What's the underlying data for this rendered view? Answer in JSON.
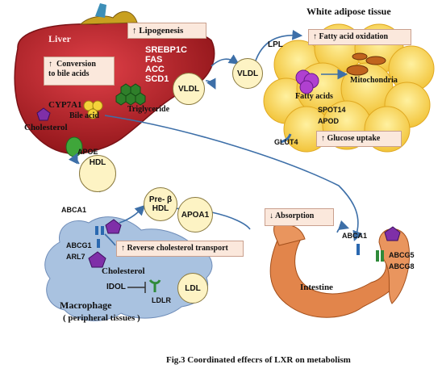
{
  "labels": {
    "white_adipose": "White adipose tissue",
    "liver": "Liver",
    "lipogenesis": "↑ Lipogenesis",
    "srebp1c": "SREBP1C",
    "fas": "FAS",
    "acc": "ACC",
    "scd1": "SCD1",
    "conversion": "↑  Conversion\nto bile acids",
    "cyp7a1": "CYP7A1",
    "bile_acid": "Bile acid",
    "cholesterol_liver": "Cholesterol",
    "vldl1": "VLDL",
    "vldl2": "VLDL",
    "triglyceride": "Triglyceride",
    "lpl": "LPL",
    "fatty_acid_oxidation": "↑ Fatty acid oxidation",
    "mitochondria": "Mitochondria",
    "fatty_acids": "Fatty acids",
    "spot14": "SPOT14",
    "apod": "APOD",
    "glut4": "GLUT4",
    "glucose_uptake": "↑ Glucose uptake",
    "apoe": "APOE",
    "hdl": "HDL",
    "pre_beta": "Pre- β",
    "hdl2": "HDL",
    "apoa1": "APOA1",
    "abca1_mac": "ABCA1",
    "abcg1": "ABCG1",
    "arl7": "ARL7",
    "reverse_transport": "↑ Reverse cholesterol transport",
    "cholesterol_mac": "Cholesterol",
    "idol": "IDOL",
    "ldlr": "LDLR",
    "ldl": "LDL",
    "macrophage": "Macrophage",
    "peripheral": "( peripheral tissues )",
    "absorption": "↓ Absorption",
    "abca1_int": "ABCA1",
    "abcg5": "ABCG5",
    "abcg8": "ABCG8",
    "intestine": "Intestine",
    "caption": "Fig.3    Coordinated effecrs of LXR on metabolism"
  },
  "colors": {
    "liver": "#b8232b",
    "adipose": "#f7d54a",
    "macrophage": "#a9c2e0",
    "intestine": "#e2854b",
    "cholesterol": "#7f2fa8",
    "arrow": "#3d6fa8",
    "box_fill": "#fbe8dc"
  }
}
